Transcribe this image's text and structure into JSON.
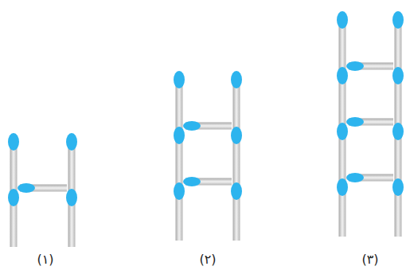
{
  "diagram": {
    "labels": [
      "(١)",
      "(٢)",
      "(٣)"
    ]
  }
}
